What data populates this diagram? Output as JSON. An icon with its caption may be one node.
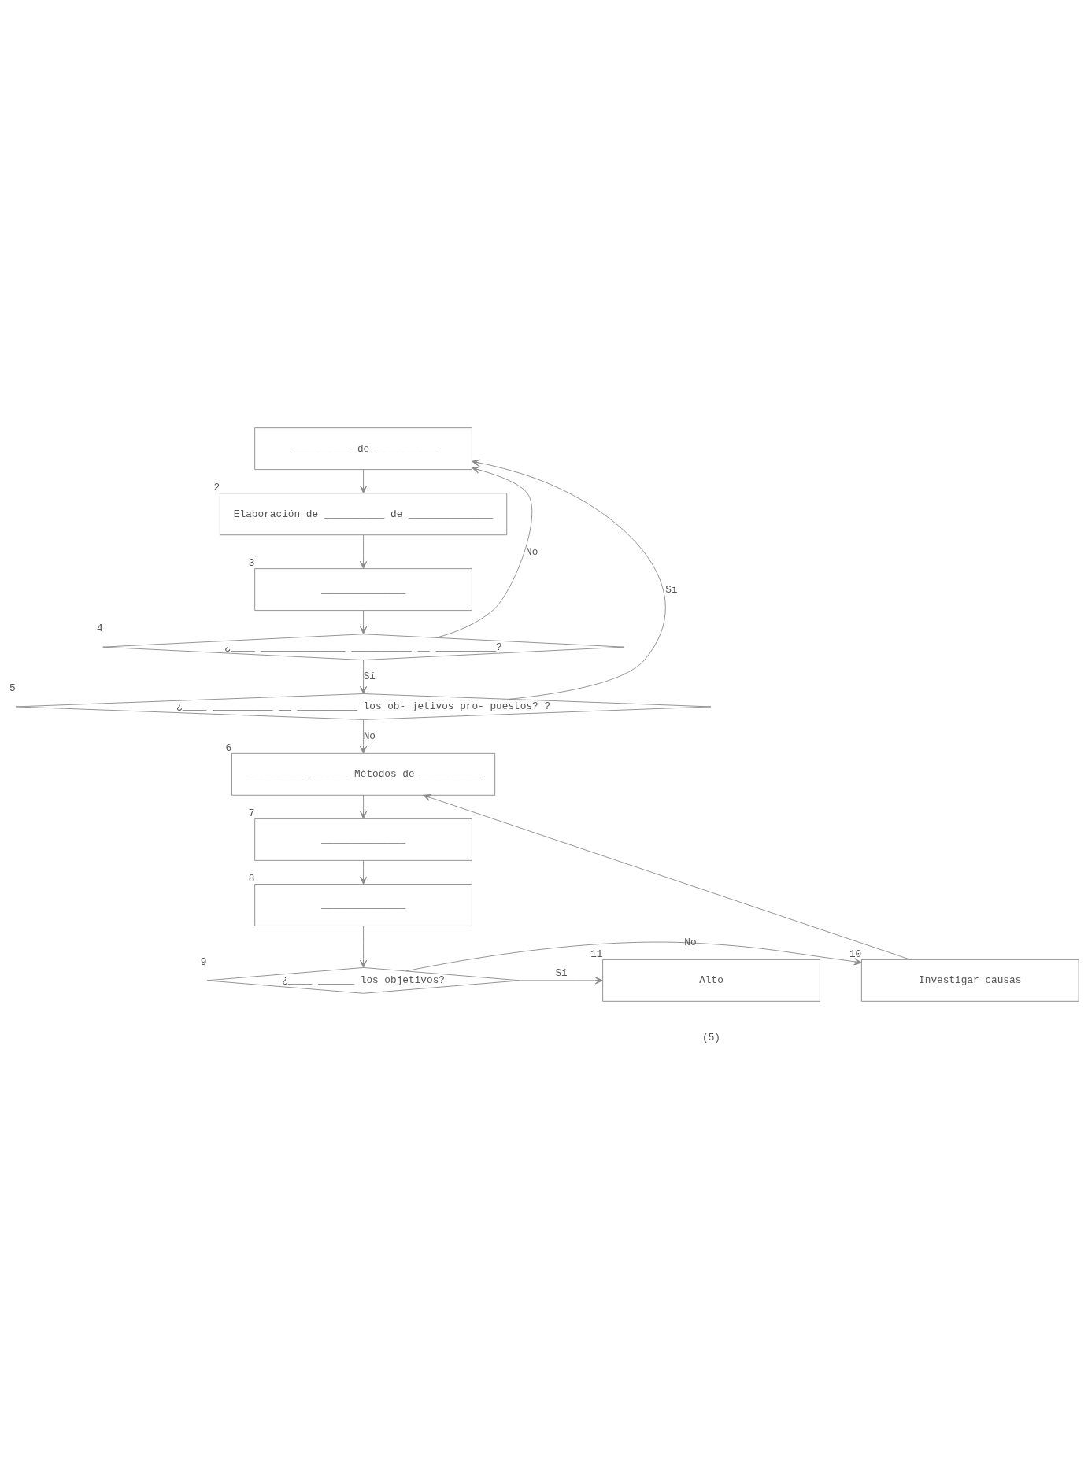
{
  "diagram": {
    "nodes": [
      {
        "text": [
          "__________ de __________"
        ]
      },
      {
        "text": [
          "Elaboración de __________ de ______________"
        ],
        "beside": [
          "2"
        ]
      },
      {
        "text": [
          "______________"
        ],
        "beside": [
          "3"
        ]
      },
      {
        "text": [
          "¿____ ______________ __________ __ __________?"
        ],
        "beside": [
          "4"
        ]
      },
      {
        "text": [
          "¿____ __________ __ __________ los ob- jetivos pro- puestos? ?"
        ],
        "beside": [
          "5"
        ]
      },
      {
        "text": [
          "__________ ______ Métodos de __________"
        ],
        "beside": [
          "6"
        ]
      },
      {
        "text": [
          "______________"
        ],
        "beside": [
          "7"
        ]
      },
      {
        "text": [
          "______________"
        ],
        "beside": [
          "8"
        ]
      },
      {
        "text": [
          "¿____ ______ los objetivos?"
        ],
        "beside": [
          "9"
        ]
      },
      {
        "text": [
          "Investigar causas"
        ],
        "beside": [
          "10"
        ]
      },
      {
        "text": [
          "Alto"
        ],
        "beside": [
          "11"
        ]
      }
    ],
    "edges": [
      {
        "from": 0,
        "to": 1,
        "arrow": "to"
      },
      {
        "from": 1,
        "to": 2,
        "arrow": "to"
      },
      {
        "from": 2,
        "to": 3,
        "arrow": "to"
      },
      {
        "from": 3,
        "to": 4,
        "arrow": "to",
        "label": "Sí"
      },
      {
        "from": 3,
        "to": 0,
        "arrow": "to",
        "label": "No"
      },
      {
        "from": 4,
        "to": 0,
        "arrow": "to",
        "label": "Sí"
      },
      {
        "from": 4,
        "to": 5,
        "arrow": "to",
        "label": "No"
      },
      {
        "from": 5,
        "to": 6,
        "arrow": "to"
      },
      {
        "from": 6,
        "to": 7,
        "arrow": "to"
      },
      {
        "from": 7,
        "to": 8,
        "arrow": "to"
      },
      {
        "from": 8,
        "to": 10,
        "arrow": "to",
        "label": "Sí"
      },
      {
        "from": 8,
        "to": 9,
        "arrow": "to",
        "label": "No"
      },
      {
        "from": 9,
        "to": 5,
        "arrow": "to"
      }
    ],
    "labels": [
      "(5)"
    ]
  }
}
